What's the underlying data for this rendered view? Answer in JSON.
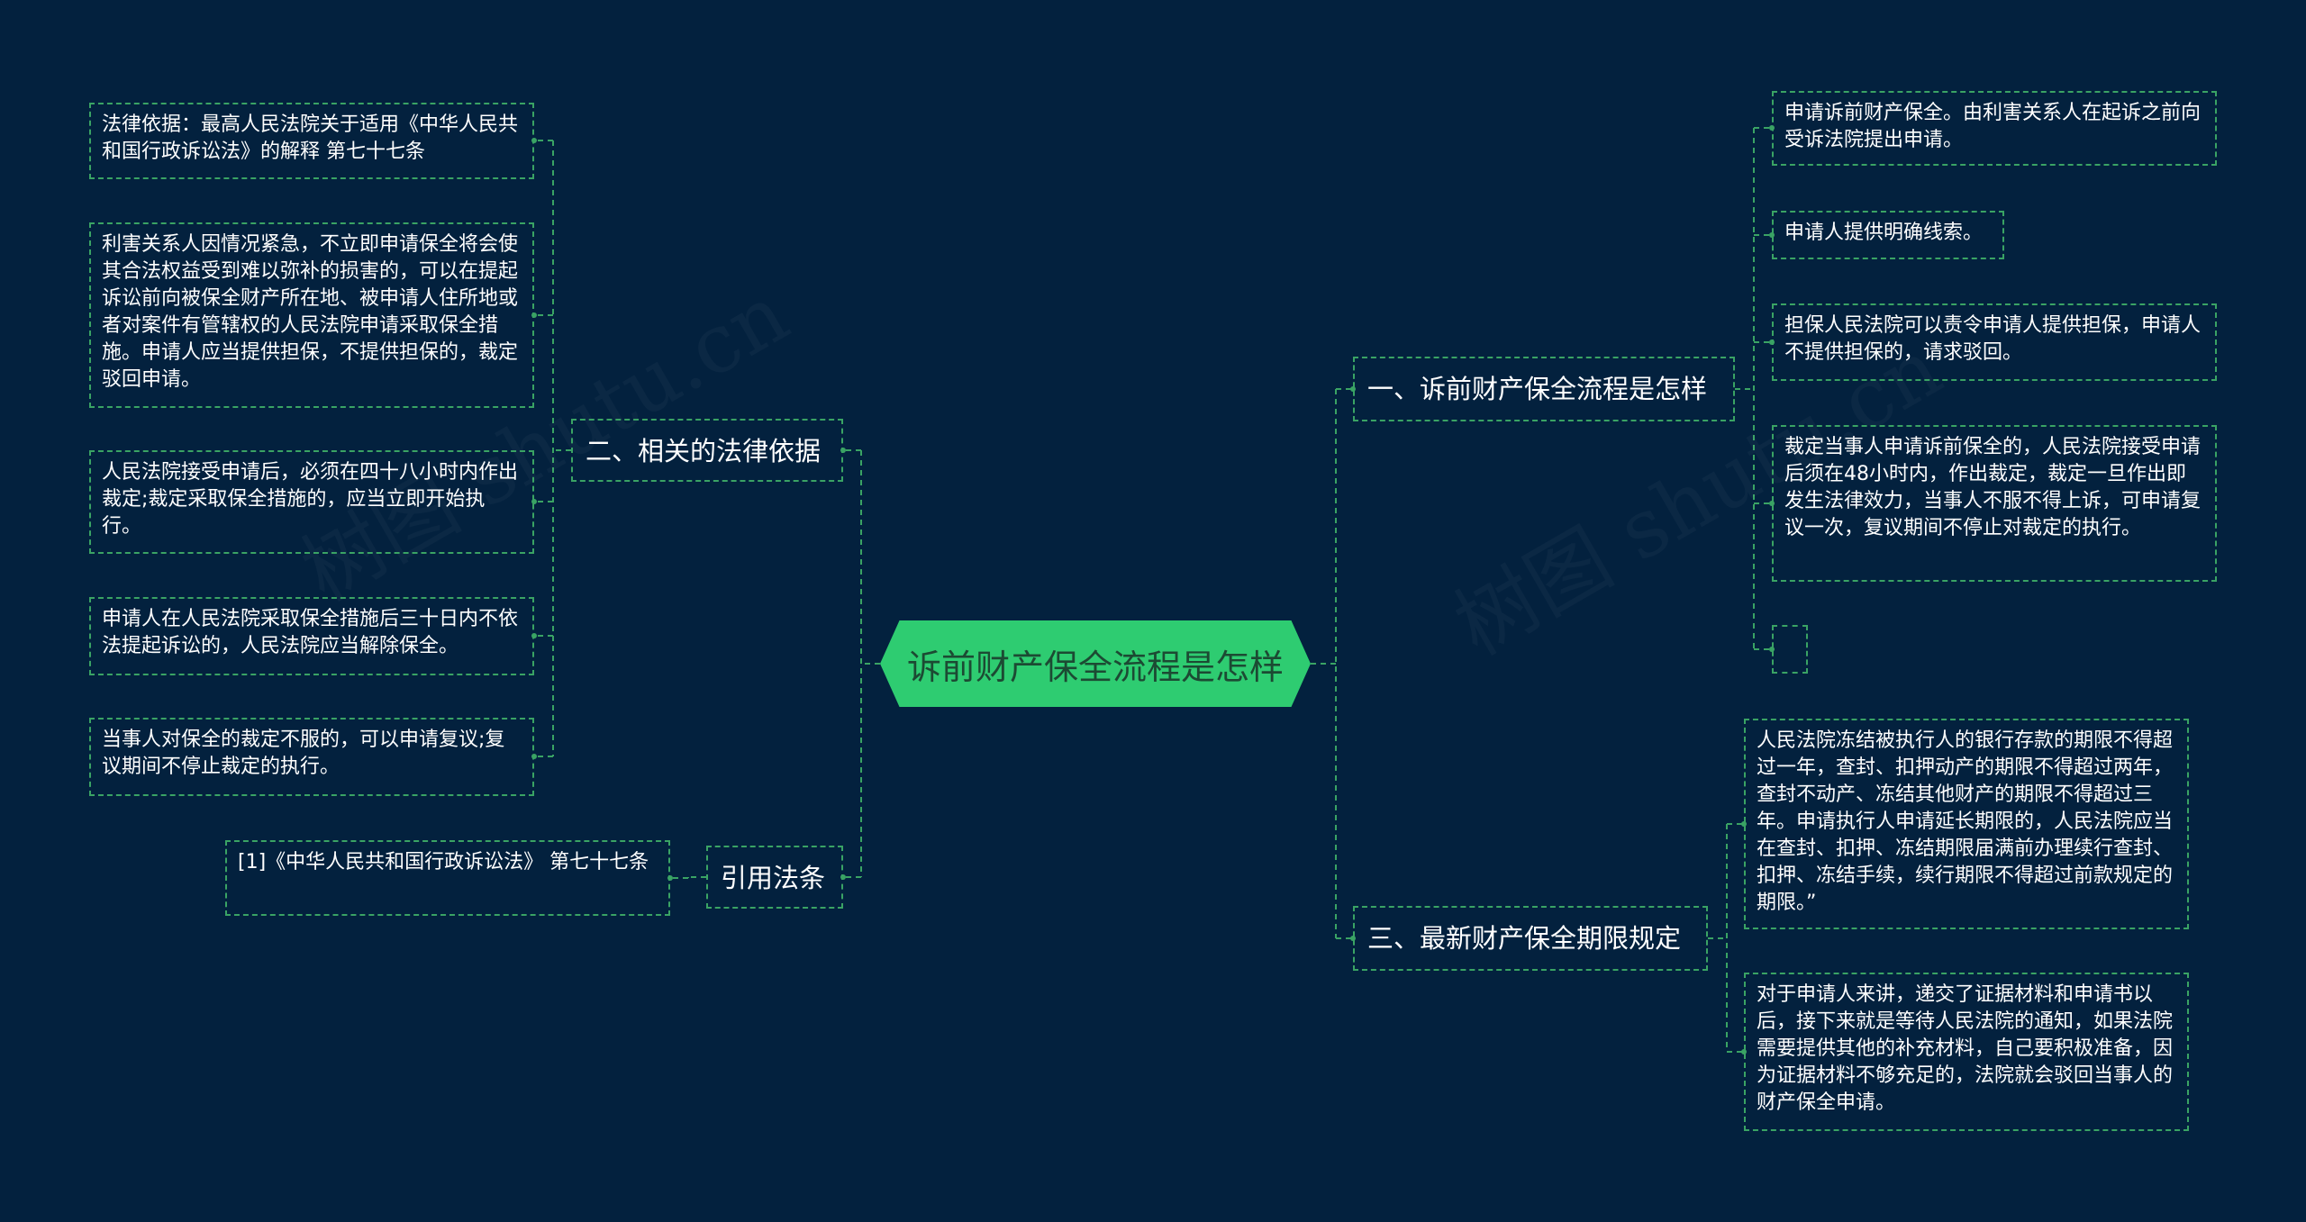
{
  "root": {
    "label": "诉前财产保全流程是怎样"
  },
  "watermark": "树图 shutu.cn",
  "branches": {
    "b1": {
      "label": "一、诉前财产保全流程是怎样",
      "items": [
        "申请诉前财产保全。由利害关系人在起诉之前向受诉法院提出申请。",
        "申请人提供明确线索。",
        "担保人民法院可以责令申请人提供担保，申请人不提供担保的，请求驳回。",
        "裁定当事人申请诉前保全的，人民法院接受申请后须在48小时内，作出裁定，裁定一旦作出即发生法律效力，当事人不服不得上诉，可申请复议一次，复议期间不停止对裁定的执行。",
        ""
      ]
    },
    "b2": {
      "label": "二、相关的法律依据",
      "items": [
        "法律依据：最高人民法院关于适用《中华人民共和国行政诉讼法》的解释 第七十七条",
        "利害关系人因情况紧急，不立即申请保全将会使其合法权益受到难以弥补的损害的，可以在提起诉讼前向被保全财产所在地、被申请人住所地或者对案件有管辖权的人民法院申请采取保全措施。申请人应当提供担保，不提供担保的，裁定驳回申请。",
        "人民法院接受申请后，必须在四十八小时内作出裁定;裁定采取保全措施的，应当立即开始执行。",
        "申请人在人民法院采取保全措施后三十日内不依法提起诉讼的，人民法院应当解除保全。",
        "当事人对保全的裁定不服的，可以申请复议;复议期间不停止裁定的执行。"
      ]
    },
    "b3": {
      "label": "三、最新财产保全期限规定",
      "items": [
        "人民法院冻结被执行人的银行存款的期限不得超过一年，查封、扣押动产的期限不得超过两年，查封不动产、冻结其他财产的期限不得超过三年。申请执行人申请延长期限的，人民法院应当在查封、扣押、冻结期限届满前办理续行查封、扣押、冻结手续，续行期限不得超过前款规定的期限。”",
        "对于申请人来讲，递交了证据材料和申请书以后，接下来就是等待人民法院的通知，如果法院需要提供其他的补充材料，自己要积极准备，因为证据材料不够充足的，法院就会驳回当事人的财产保全申请。"
      ]
    },
    "b4": {
      "label": "引用法条",
      "items": [
        "[1]《中华人民共和国行政诉讼法》 第七十七条"
      ]
    }
  }
}
